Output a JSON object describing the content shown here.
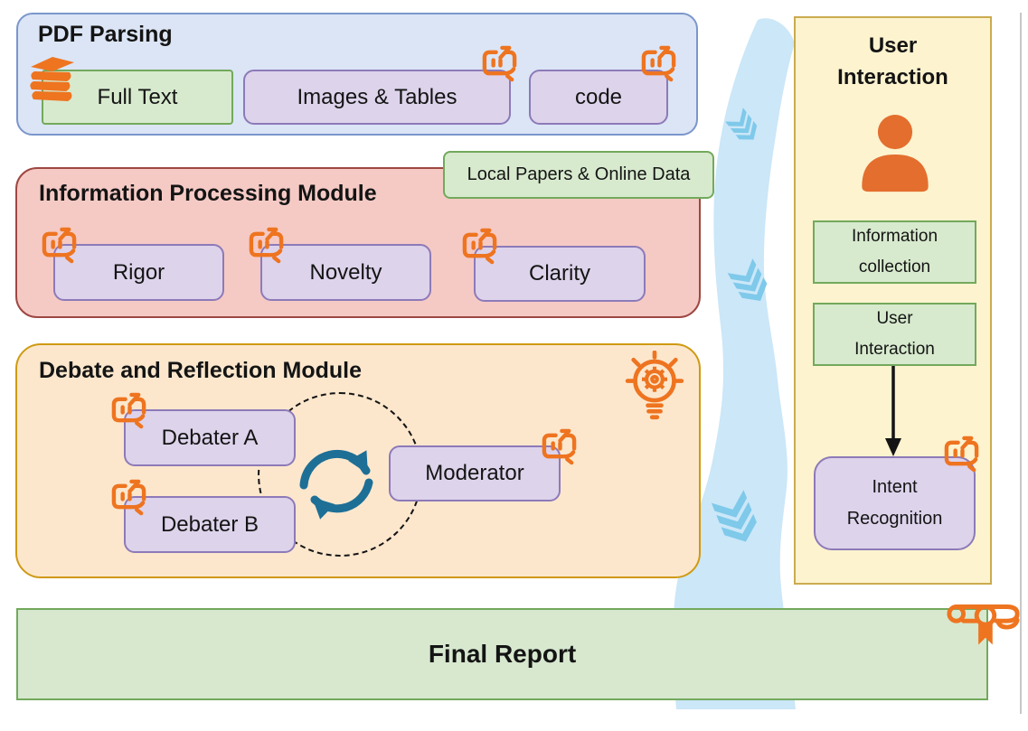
{
  "pdf_parsing": {
    "title": "PDF Parsing",
    "full_text": "Full Text",
    "images_tables": "Images & Tables",
    "code": "code"
  },
  "info_processing": {
    "title": "Information Processing Module",
    "overlay_label": "Local Papers & Online Data",
    "rigor": "Rigor",
    "novelty": "Novelty",
    "clarity": "Clarity"
  },
  "debate": {
    "title": "Debate and Reflection Module",
    "debater_a": "Debater A",
    "debater_b": "Debater B",
    "moderator": "Moderator"
  },
  "user_panel": {
    "title": "User Interaction",
    "information_collection": "Information collection",
    "user_interaction": "User Interaction",
    "intent_recognition": "Intent Recognition"
  },
  "final_report": {
    "label": "Final Report"
  },
  "icons": {
    "books": "books-icon",
    "chatbot": "chatbot-icon",
    "lightbulb_gear": "lightbulb-gear-icon",
    "person": "person-icon",
    "cycle_arrows": "cycle-arrows-icon",
    "scroll_certificate": "scroll-certificate-icon",
    "flow_chevron": "flow-chevron-icon"
  },
  "colors": {
    "accent_orange": "#EE7420",
    "teal_arrow": "#1D6F96",
    "river_blue": "#CBE7F8",
    "chevron_blue": "#7FC9EA",
    "pdf_fill": "#DBE5F5",
    "pdf_border": "#7B96CC",
    "info_fill": "#F5CAC5",
    "info_border": "#9E4742",
    "debate_fill": "#FCE7CD",
    "debate_border": "#CF9A12",
    "panel_fill": "#FDF3CF",
    "panel_border": "#CBAB4F",
    "green_fill": "#D7EACE",
    "green_border": "#73A95C",
    "purple_fill": "#DDD3EB",
    "purple_border": "#8D7AB8"
  }
}
